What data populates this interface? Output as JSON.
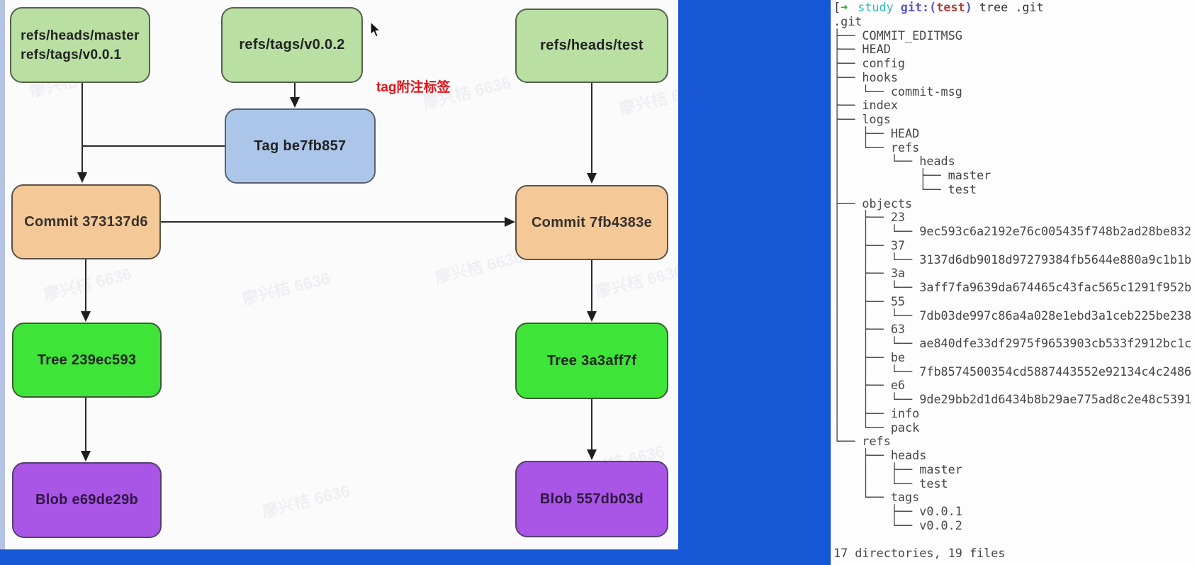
{
  "diagram": {
    "annotation": "tag附注标签",
    "watermark": "廖兴桔 6636",
    "boxes": {
      "refs_master": {
        "label_line1": "refs/heads/master",
        "label_line2": "refs/tags/v0.0.1"
      },
      "refs_v002": {
        "label": "refs/tags/v0.0.2"
      },
      "refs_test": {
        "label": "refs/heads/test"
      },
      "tag": {
        "label": "Tag be7fb857"
      },
      "commit_left": {
        "label": "Commit 373137d6"
      },
      "commit_right": {
        "label": "Commit 7fb4383e"
      },
      "tree_left": {
        "label": "Tree 239ec593"
      },
      "tree_right": {
        "label": "Tree 3a3aff7f"
      },
      "blob_left": {
        "label": "Blob e69de29b"
      },
      "blob_right": {
        "label": "Blob 557db03d"
      }
    },
    "colors": {
      "refs_fill": "#b9dfa3",
      "tag_fill": "#abc6e9",
      "commit_fill": "#f4c897",
      "tree_fill": "#3ee438",
      "blob_fill": "#a955e6",
      "annotation_red": "#e21418",
      "background_blue": "#1657d6"
    }
  },
  "terminal": {
    "prompt": {
      "bracket": "[",
      "arrow": "➜",
      "dir": "study",
      "git_prefix": "git:(",
      "branch": "test",
      "git_suffix": ")",
      "command": "tree .git"
    },
    "tree_text": ".git\n├── COMMIT_EDITMSG\n├── HEAD\n├── config\n├── hooks\n│   └── commit-msg\n├── index\n├── logs\n│   ├── HEAD\n│   └── refs\n│       └── heads\n│           ├── master\n│           └── test\n├── objects\n│   ├── 23\n│   │   └── 9ec593c6a2192e76c005435f748b2ad28be832\n│   ├── 37\n│   │   └── 3137d6db9018d97279384fb5644e880a9c1b1b\n│   ├── 3a\n│   │   └── 3aff7fa9639da674465c43fac565c1291f952b\n│   ├── 55\n│   │   └── 7db03de997c86a4a028e1ebd3a1ceb225be238\n│   ├── 63\n│   │   └── ae840dfe33df2975f9653903cb533f2912bc1c\n│   ├── be\n│   │   └── 7fb8574500354cd5887443552e92134c4c2486\n│   ├── e6\n│   │   └── 9de29bb2d1d6434b8b29ae775ad8c2e48c5391\n│   ├── info\n│   └── pack\n└── refs\n    ├── heads\n    │   ├── master\n    │   └── test\n    └── tags\n        ├── v0.0.1\n        └── v0.0.2",
    "summary": "17 directories, 19 files",
    "colors": {
      "arrow_green": "#27ae3f",
      "dir_cyan": "#2fbcb9",
      "git_purple": "#5b57d1",
      "branch_red": "#b0403e",
      "text": "#474747"
    }
  }
}
